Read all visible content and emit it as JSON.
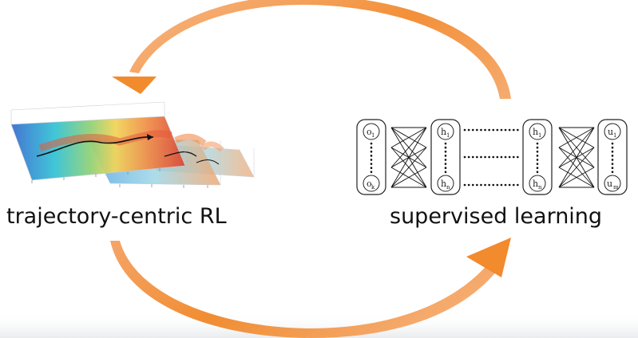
{
  "labels": {
    "left": "trajectory-centric RL",
    "right": "supervised learning"
  },
  "network": {
    "input_nodes": [
      {
        "sym": "o",
        "sub": "1"
      },
      {
        "sym": "o",
        "sub": "k"
      }
    ],
    "hidden_layer_1": [
      {
        "sym": "h",
        "sub": "1"
      },
      {
        "sym": "h",
        "sub": "n"
      }
    ],
    "hidden_layer_2": [
      {
        "sym": "h",
        "sub": "1"
      },
      {
        "sym": "h",
        "sub": "n"
      }
    ],
    "output_nodes": [
      {
        "sym": "u",
        "sub": "1"
      },
      {
        "sym": "u",
        "sub": "m"
      }
    ]
  },
  "colors": {
    "arrow_orange": "#f28a2e",
    "arrow_light": "#f8c49a",
    "text": "#111111",
    "node_stroke": "#222222"
  }
}
